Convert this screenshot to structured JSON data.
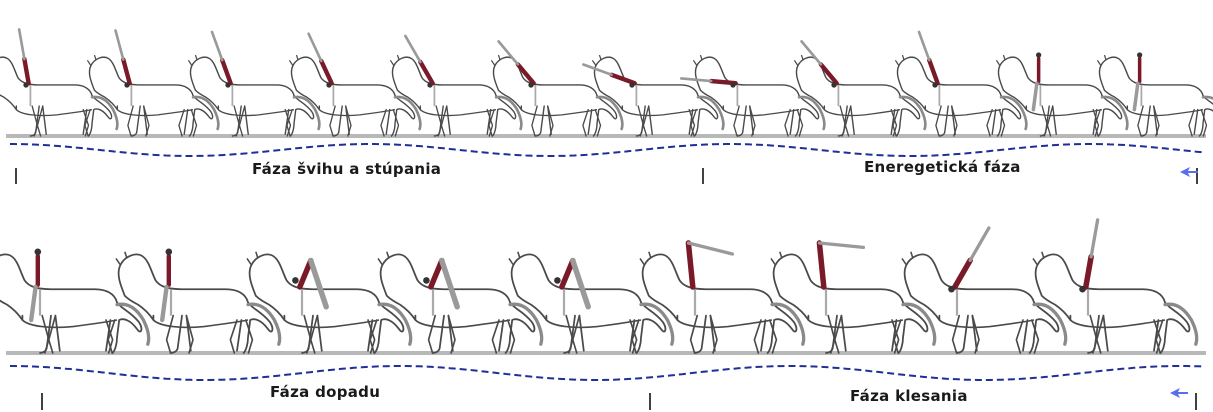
{
  "rows": [
    {
      "phases": [
        {
          "label": "Fáza švihu a stúpania"
        },
        {
          "label": "Eneregetická fáza"
        }
      ],
      "frames": [
        {
          "pose": "rising",
          "angle": -100
        },
        {
          "pose": "rising",
          "angle": -105
        },
        {
          "pose": "rising",
          "angle": -110
        },
        {
          "pose": "rising",
          "angle": -115
        },
        {
          "pose": "rising",
          "angle": -120
        },
        {
          "pose": "rising",
          "angle": -130
        },
        {
          "pose": "rising",
          "angle": -160
        },
        {
          "pose": "flat",
          "angle": -175
        },
        {
          "pose": "swinging",
          "angle": -130
        },
        {
          "pose": "swinging",
          "angle": -110
        },
        {
          "pose": "upright",
          "angle": -90
        },
        {
          "pose": "upright",
          "angle": -90
        }
      ],
      "direction_arrow": "left-arrow-icon"
    },
    {
      "phases": [
        {
          "label": "Fáza dopadu"
        },
        {
          "label": "Fáza klesania"
        }
      ],
      "frames": [
        {
          "pose": "upright",
          "angle": -90
        },
        {
          "pose": "upright",
          "angle": -90
        },
        {
          "pose": "bent",
          "angle": -70
        },
        {
          "pose": "bent",
          "angle": -60
        },
        {
          "pose": "bent",
          "angle": -50
        },
        {
          "pose": "handstand-flag",
          "angle": 10
        },
        {
          "pose": "handstand-flag",
          "angle": 0
        },
        {
          "pose": "rising",
          "angle": -60
        },
        {
          "pose": "rising",
          "angle": -80
        }
      ],
      "direction_arrow": "left-arrow-icon"
    }
  ],
  "colors": {
    "wave": "#1f2f99",
    "arrow": "#5a6cf0",
    "ground": "#b8b8b8",
    "outline": "#4a4a4a",
    "vaulter": "#7a1a28",
    "vaulter_limb": "#9a9a9a"
  }
}
